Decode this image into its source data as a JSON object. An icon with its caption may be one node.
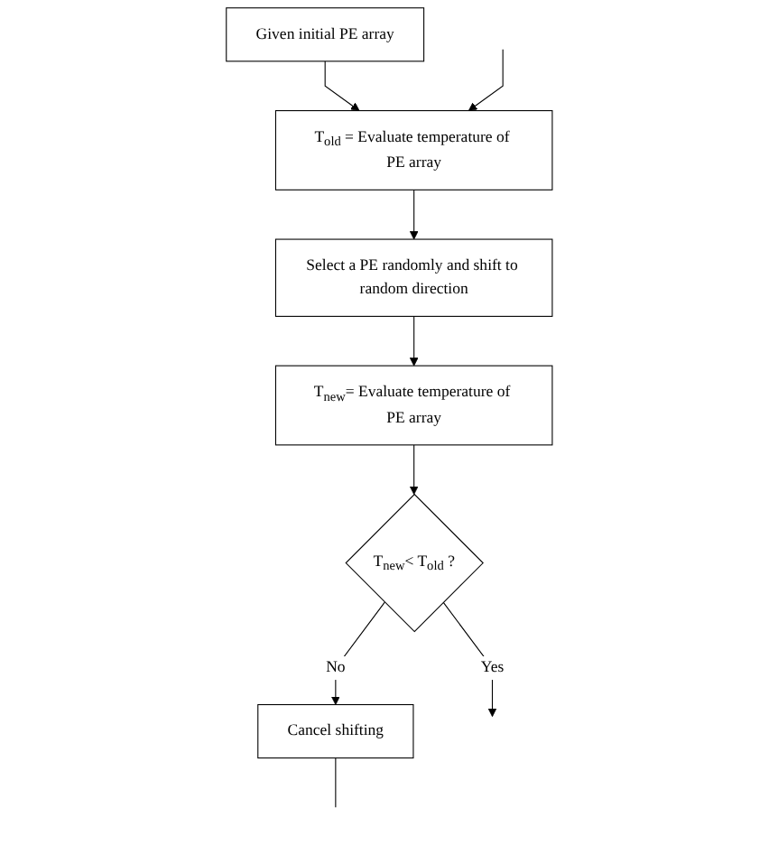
{
  "diagram": {
    "nodes": [
      {
        "text": [
          "Given initial PE array"
        ]
      },
      {
        "text": [
          "T$_{old}$ = Evaluate temperature of PE array"
        ]
      },
      {
        "text": [
          "Select a PE randomly and shift to random direction"
        ]
      },
      {
        "text": [
          "T$_{new}$= Evaluate temperature of PE array"
        ]
      },
      {
        "text": [
          "T$_{new}$< T$_{old}$ ?"
        ]
      },
      {
        "text": [
          "Cancel shifting"
        ]
      }
    ],
    "edges": [
      {
        "from": 0,
        "to": 1,
        "arrow": "to"
      },
      {
        "from": null,
        "to": 1,
        "arrow": "to"
      },
      {
        "from": 1,
        "to": 2,
        "arrow": "to"
      },
      {
        "from": 2,
        "to": 3,
        "arrow": "to"
      },
      {
        "from": 3,
        "to": 4,
        "arrow": "to"
      },
      {
        "from": 4,
        "to": null,
        "label": "Yes",
        "arrow": "to"
      },
      {
        "from": 4,
        "to": 5,
        "label": "No",
        "arrow": "to"
      },
      {
        "from": 5,
        "to": null,
        "arrow": "none"
      }
    ]
  }
}
